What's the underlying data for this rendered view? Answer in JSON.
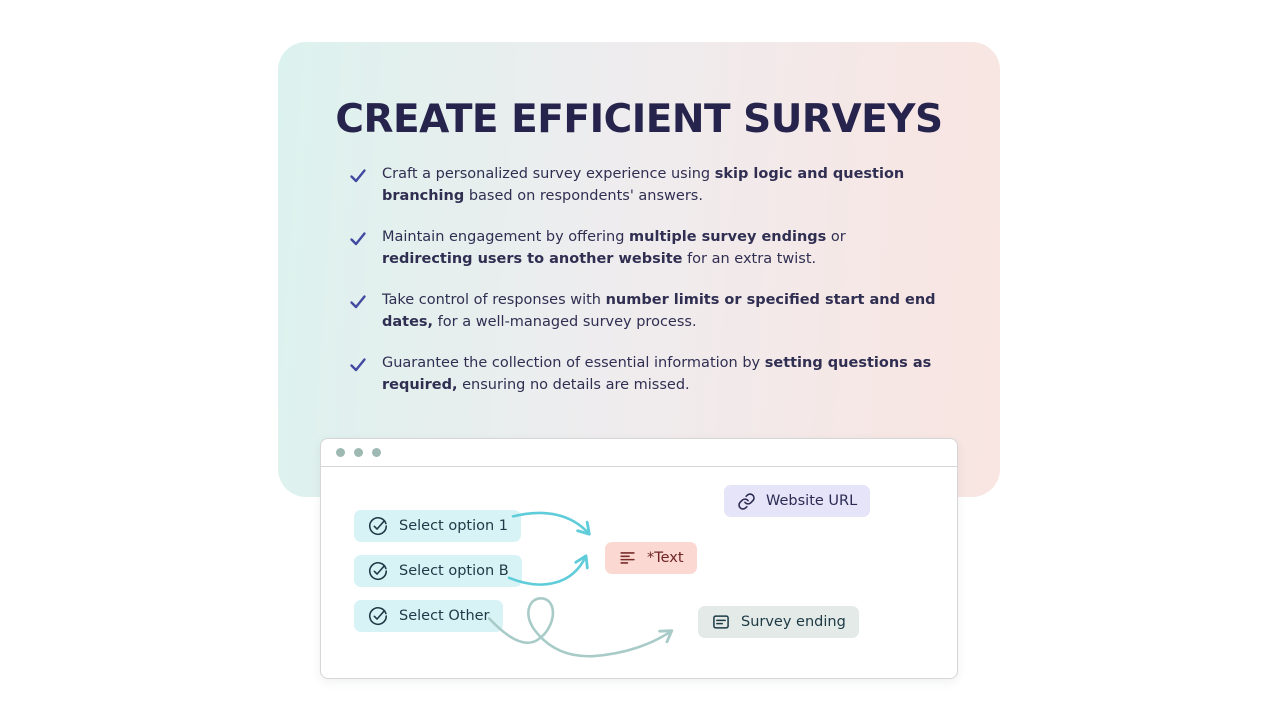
{
  "card": {
    "title": "CREATE EFFICIENT SURVEYS",
    "bullets": [
      {
        "segments": [
          {
            "t": "Craft a personalized survey experience using ",
            "b": false
          },
          {
            "t": "skip logic and question branching",
            "b": true
          },
          {
            "t": " based on respondents' answers.",
            "b": false
          }
        ]
      },
      {
        "segments": [
          {
            "t": "Maintain engagement by offering ",
            "b": false
          },
          {
            "t": "multiple survey endings",
            "b": true
          },
          {
            "t": " or ",
            "b": false
          },
          {
            "t": "redirecting users to another website",
            "b": true
          },
          {
            "t": " for an extra twist.",
            "b": false
          }
        ]
      },
      {
        "segments": [
          {
            "t": "Take control of responses with ",
            "b": false
          },
          {
            "t": "number limits or specified start and end dates,",
            "b": true
          },
          {
            "t": " for a well-managed survey process.",
            "b": false
          }
        ]
      },
      {
        "segments": [
          {
            "t": "Guarantee the collection of essential information by ",
            "b": false
          },
          {
            "t": "setting questions as required,",
            "b": true
          },
          {
            "t": " ensuring no details are missed.",
            "b": false
          }
        ]
      }
    ]
  },
  "window": {
    "chips": {
      "website_url": {
        "label": "Website URL",
        "icon": "link-icon"
      },
      "option1": {
        "label": "Select option 1",
        "icon": "check-circle-icon"
      },
      "optionB": {
        "label": "Select option B",
        "icon": "check-circle-icon"
      },
      "other": {
        "label": "Select Other",
        "icon": "check-circle-icon"
      },
      "text": {
        "label": "*Text",
        "icon": "align-left-icon"
      },
      "ending": {
        "label": "Survey ending",
        "icon": "document-icon"
      }
    }
  },
  "colors": {
    "title_ink": "#26244c",
    "body_ink": "#302f52",
    "check": "#4149a0",
    "card_grad_start": "#dcf2ee",
    "card_grad_mid": "#efecee",
    "card_grad_end": "#f9e5e1",
    "window_border": "#d6d6d6",
    "dot": "#9db9b2",
    "chip_cyan_bg": "#d8f3f6",
    "chip_cyan_ink": "#1d3a46",
    "chip_lavender_bg": "#e5e4f8",
    "chip_lavender_ink": "#2b2b54",
    "chip_salmon_bg": "#fbd9d2",
    "chip_salmon_ink": "#6e2424",
    "chip_salmon_icon": "#7b2d2d",
    "chip_sage_bg": "#e3eae7",
    "chip_sage_ink": "#1d3a46",
    "arrow_bright": "#5fccd9",
    "arrow_muted": "#a8cbc8"
  }
}
